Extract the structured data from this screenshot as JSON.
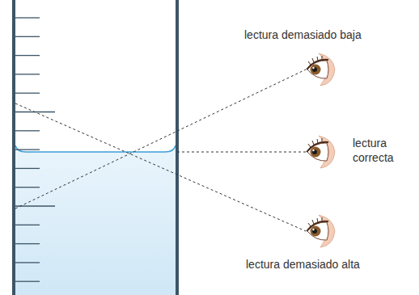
{
  "diagram": {
    "labels": [
      "lectura demasiado baja",
      "lectura correcta",
      "lectura demasiado alta"
    ]
  }
}
